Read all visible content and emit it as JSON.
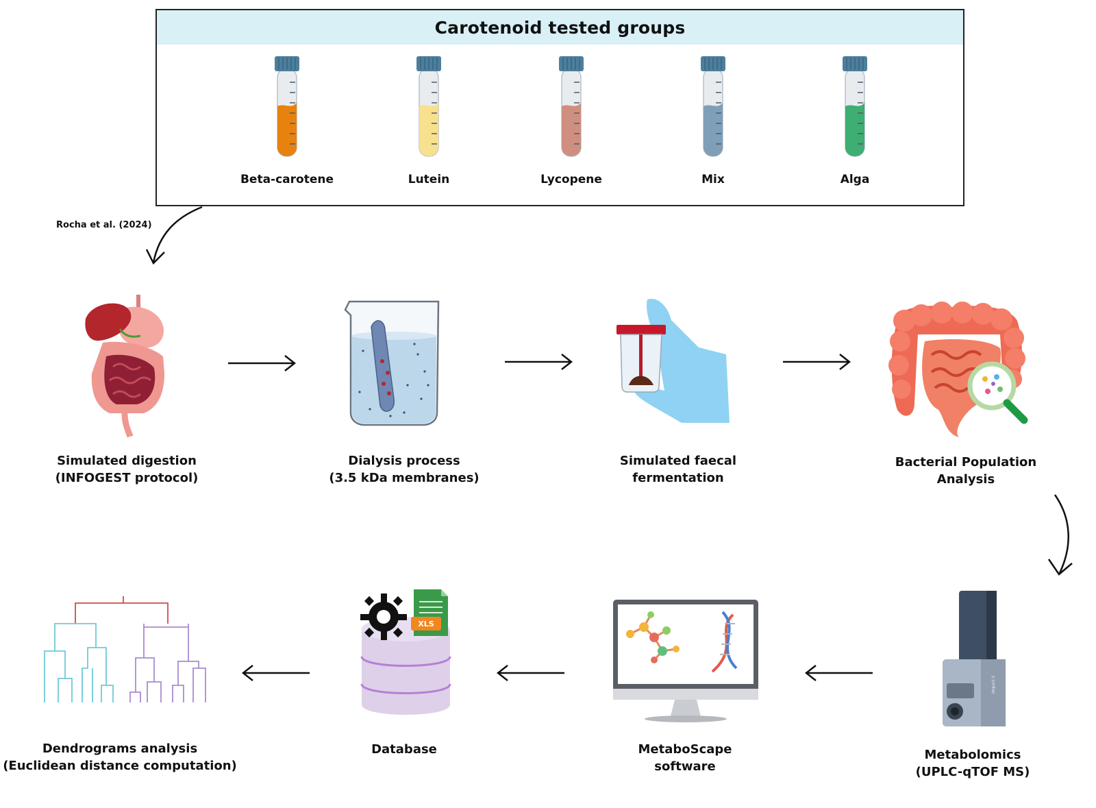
{
  "header": {
    "title": "Carotenoid tested groups"
  },
  "groups": [
    {
      "label": "Beta-carotene",
      "color": "#e8820f"
    },
    {
      "label": "Lutein",
      "color": "#f7e08e"
    },
    {
      "label": "Lycopene",
      "color": "#cf8f80"
    },
    {
      "label": "Mix",
      "color": "#7f9fb8"
    },
    {
      "label": "Alga",
      "color": "#3fae72"
    }
  ],
  "citation": "Rocha et al. (2024)",
  "steps": [
    {
      "line1": "Simulated digestion",
      "line2": "(INFOGEST protocol)"
    },
    {
      "line1": "Dialysis process",
      "line2": "(3.5  kDa membranes)"
    },
    {
      "line1": "Simulated faecal",
      "line2": "fermentation"
    },
    {
      "line1": "Bacterial  Population",
      "line2": "Analysis"
    },
    {
      "line1": "Metabolomics",
      "line2": "(UPLC-qTOF MS)"
    },
    {
      "line1": "MetaboScape",
      "line2": "software"
    },
    {
      "line1": "Database",
      "line2": ""
    },
    {
      "line1": "Dendrograms analysis",
      "line2": "(Euclidean distance computation)"
    }
  ],
  "icons": {
    "database_file": "XLS",
    "instrument_text": "impact II"
  }
}
